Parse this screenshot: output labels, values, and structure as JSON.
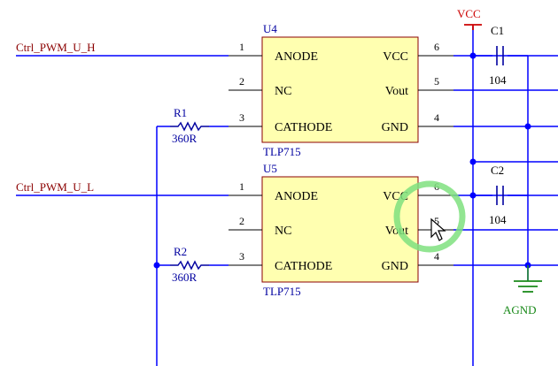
{
  "nets": {
    "pwm_high": "Ctrl_PWM_U_H",
    "pwm_low": "Ctrl_PWM_U_L",
    "power": "VCC",
    "ground": "AGND"
  },
  "u4": {
    "designator": "U4",
    "part": "TLP715",
    "left_pins": [
      {
        "num": "1",
        "name": "ANODE"
      },
      {
        "num": "2",
        "name": "NC"
      },
      {
        "num": "3",
        "name": "CATHODE"
      }
    ],
    "right_pins": [
      {
        "num": "6",
        "name": "VCC"
      },
      {
        "num": "5",
        "name": "Vout"
      },
      {
        "num": "4",
        "name": "GND"
      }
    ]
  },
  "u5": {
    "designator": "U5",
    "part": "TLP715",
    "left_pins": [
      {
        "num": "1",
        "name": "ANODE"
      },
      {
        "num": "2",
        "name": "NC"
      },
      {
        "num": "3",
        "name": "CATHODE"
      }
    ],
    "right_pins": [
      {
        "num": "6",
        "name": "VCC"
      },
      {
        "num": "5",
        "name": "Vout"
      },
      {
        "num": "4",
        "name": "GND"
      }
    ]
  },
  "r1": {
    "designator": "R1",
    "value": "360R"
  },
  "r2": {
    "designator": "R2",
    "value": "360R"
  },
  "c1": {
    "designator": "C1",
    "value": "104"
  },
  "c2": {
    "designator": "C2",
    "value": "104"
  },
  "colors": {
    "wire": "#0000ff",
    "component_outline": "#8b0000",
    "chip_fill": "#ffffb0",
    "net_label": "#8b0000",
    "power_port": "#cc0000",
    "ground_port": "#1a8a1a",
    "designator": "#0000a0",
    "highlight": "#7fe07f"
  }
}
